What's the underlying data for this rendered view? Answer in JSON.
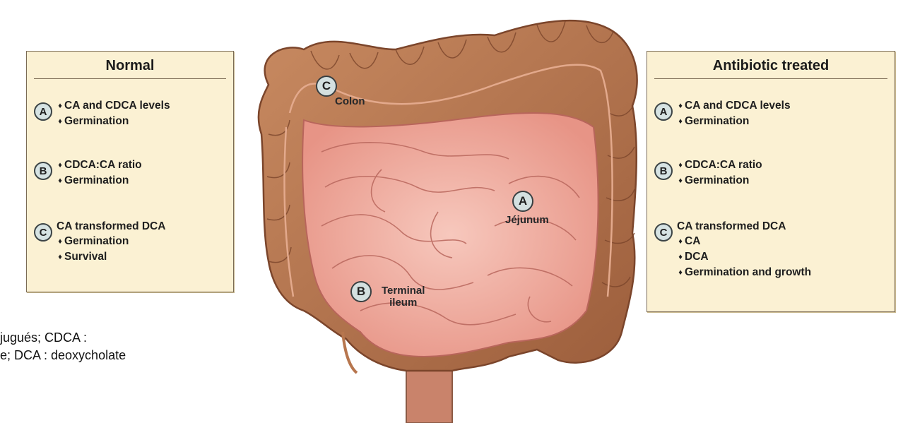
{
  "normal_panel": {
    "title": "Normal",
    "sections": [
      {
        "badge": "A",
        "lines": [
          {
            "arrow": "♦",
            "text": "CA and CDCA levels"
          },
          {
            "arrow": "♦",
            "text": "Germination"
          }
        ]
      },
      {
        "badge": "B",
        "lines": [
          {
            "arrow": "♦",
            "text": "CDCA:CA ratio"
          },
          {
            "arrow": "♦",
            "text": "Germination"
          }
        ]
      },
      {
        "badge": "C",
        "lines": [
          {
            "arrow": "",
            "text": "CA transformed DCA"
          },
          {
            "arrow": "♦",
            "text": "Germination"
          },
          {
            "arrow": "♦",
            "text": "Survival"
          }
        ]
      }
    ]
  },
  "antibiotic_panel": {
    "title": "Antibiotic treated",
    "sections": [
      {
        "badge": "A",
        "lines": [
          {
            "arrow": "♦",
            "text": "CA and CDCA levels"
          },
          {
            "arrow": "♦",
            "text": "Germination"
          }
        ]
      },
      {
        "badge": "B",
        "lines": [
          {
            "arrow": "♦",
            "text": "CDCA:CA ratio"
          },
          {
            "arrow": "♦",
            "text": "Germination"
          }
        ]
      },
      {
        "badge": "C",
        "lines": [
          {
            "arrow": "",
            "text": "CA transformed DCA"
          },
          {
            "arrow": "♦",
            "text": "CA"
          },
          {
            "arrow": "♦",
            "text": "DCA"
          },
          {
            "arrow": "♦",
            "text": "Germination and growth"
          }
        ]
      }
    ]
  },
  "organ_labels": {
    "colon": {
      "badge": "C",
      "text": "Colon"
    },
    "jejunum": {
      "badge": "A",
      "text": "Jéjunum"
    },
    "ileum": {
      "badge": "B",
      "line1": "Terminal",
      "line2": "ileum"
    }
  },
  "caption": {
    "line1": "jugués; CDCA :",
    "line2": "e; DCA : deoxycholate"
  },
  "colors": {
    "panel_bg": "#fbf1d3",
    "colon": "#b7764e",
    "small_intestine": "#f2b3a8",
    "badge_bg": "#d6e3e3"
  }
}
